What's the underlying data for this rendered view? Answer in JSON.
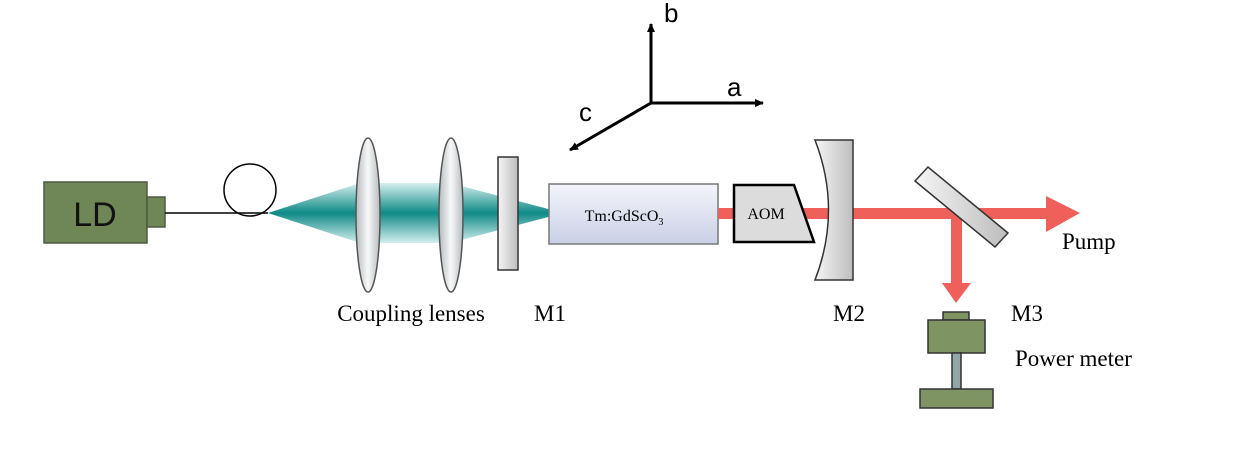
{
  "axes": {
    "b": "b",
    "a": "a",
    "c": "c"
  },
  "labels": {
    "ld": "LD",
    "crystal_main": "Tm:GdScO",
    "crystal_sub": "3",
    "aom": "AOM",
    "coupling_lenses": "Coupling lenses",
    "m1": "M1",
    "m2": "M2",
    "m3": "M3",
    "pump": "Pump",
    "power_meter": "Power meter"
  },
  "colors": {
    "ld_fill": "#6f8657",
    "beam_teal": "#0f8a86",
    "laser_red": "#f0605a",
    "power_meter": "#7e9462",
    "crystal_fill": "#d9deef"
  }
}
